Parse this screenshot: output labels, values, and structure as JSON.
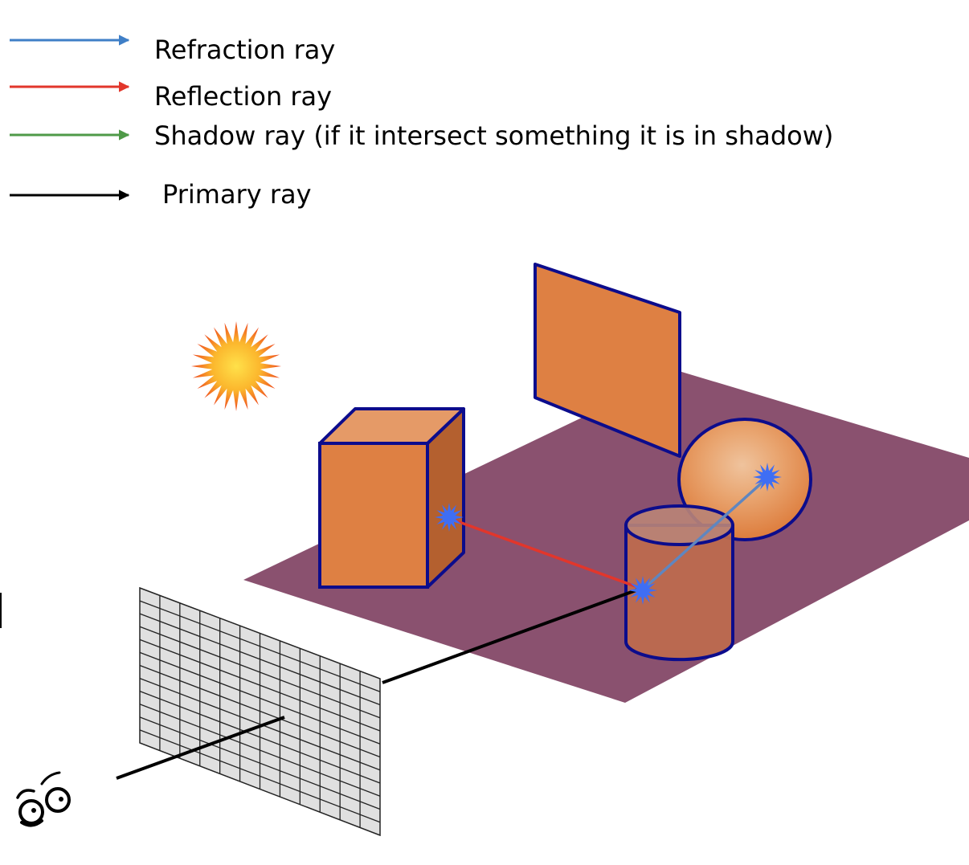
{
  "legend": {
    "items": [
      {
        "key": "refraction",
        "label": "Refraction ray",
        "color": "#3f7fc7"
      },
      {
        "key": "reflection",
        "label": "Reflection ray",
        "color": "#e2362b"
      },
      {
        "key": "shadow",
        "label": "Shadow ray (if it intersect something it is in shadow)",
        "color": "#4f9a48"
      },
      {
        "key": "primary",
        "label": "Primary ray",
        "color": "#000000"
      }
    ]
  },
  "scene": {
    "colors": {
      "floor": "#8a516f",
      "object_fill": "#de8043",
      "object_top": "#e59a67",
      "object_side": "#b4602f",
      "outline": "#0c0c8c",
      "hit_marker": "#3f6ef4",
      "image_plane": "#e0e0e0",
      "grid_lines": "#222222"
    },
    "image_plane": {
      "columns": 12,
      "rows": 12
    },
    "icons": [
      "light-source-icon",
      "eye-icon",
      "intersection-icon"
    ]
  }
}
